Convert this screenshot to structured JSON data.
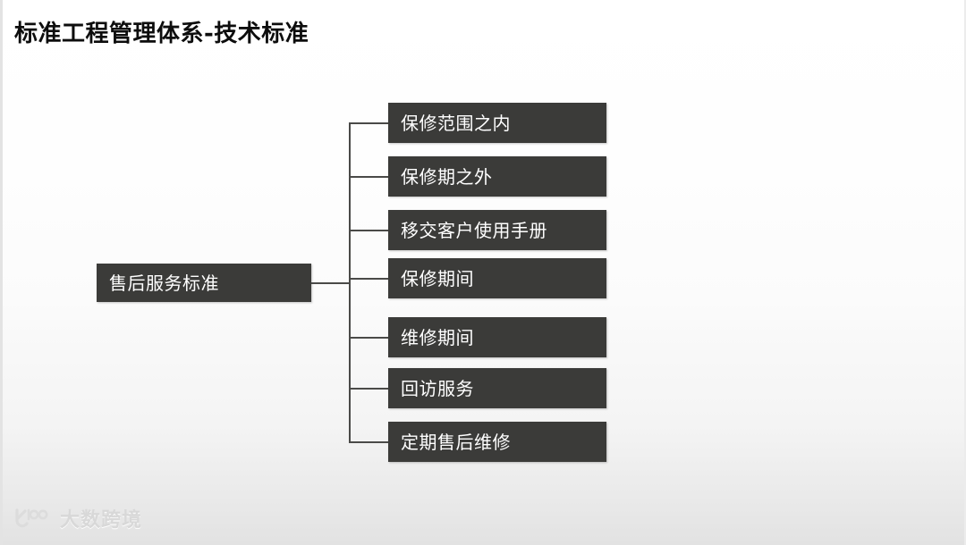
{
  "slide": {
    "title": "标准工程管理体系-技术标准",
    "accent_color": "#3b3b39",
    "line_color": "#4a4a48",
    "text_color": "#ffffff",
    "title_color": "#0d0d0d",
    "background": "#ffffff"
  },
  "diagram": {
    "type": "tree",
    "root": {
      "label": "售后服务标准"
    },
    "children": [
      {
        "label": "保修范围之内"
      },
      {
        "label": "保修期之外"
      },
      {
        "label": "移交客户使用手册"
      },
      {
        "label": "保修期间"
      },
      {
        "label": "维修期间"
      },
      {
        "label": "回访服务"
      },
      {
        "label": "定期售后维修"
      }
    ]
  },
  "watermark": {
    "logo_icon": "k100-logo-icon",
    "logo_badge": "100",
    "text": "大数跨境"
  }
}
